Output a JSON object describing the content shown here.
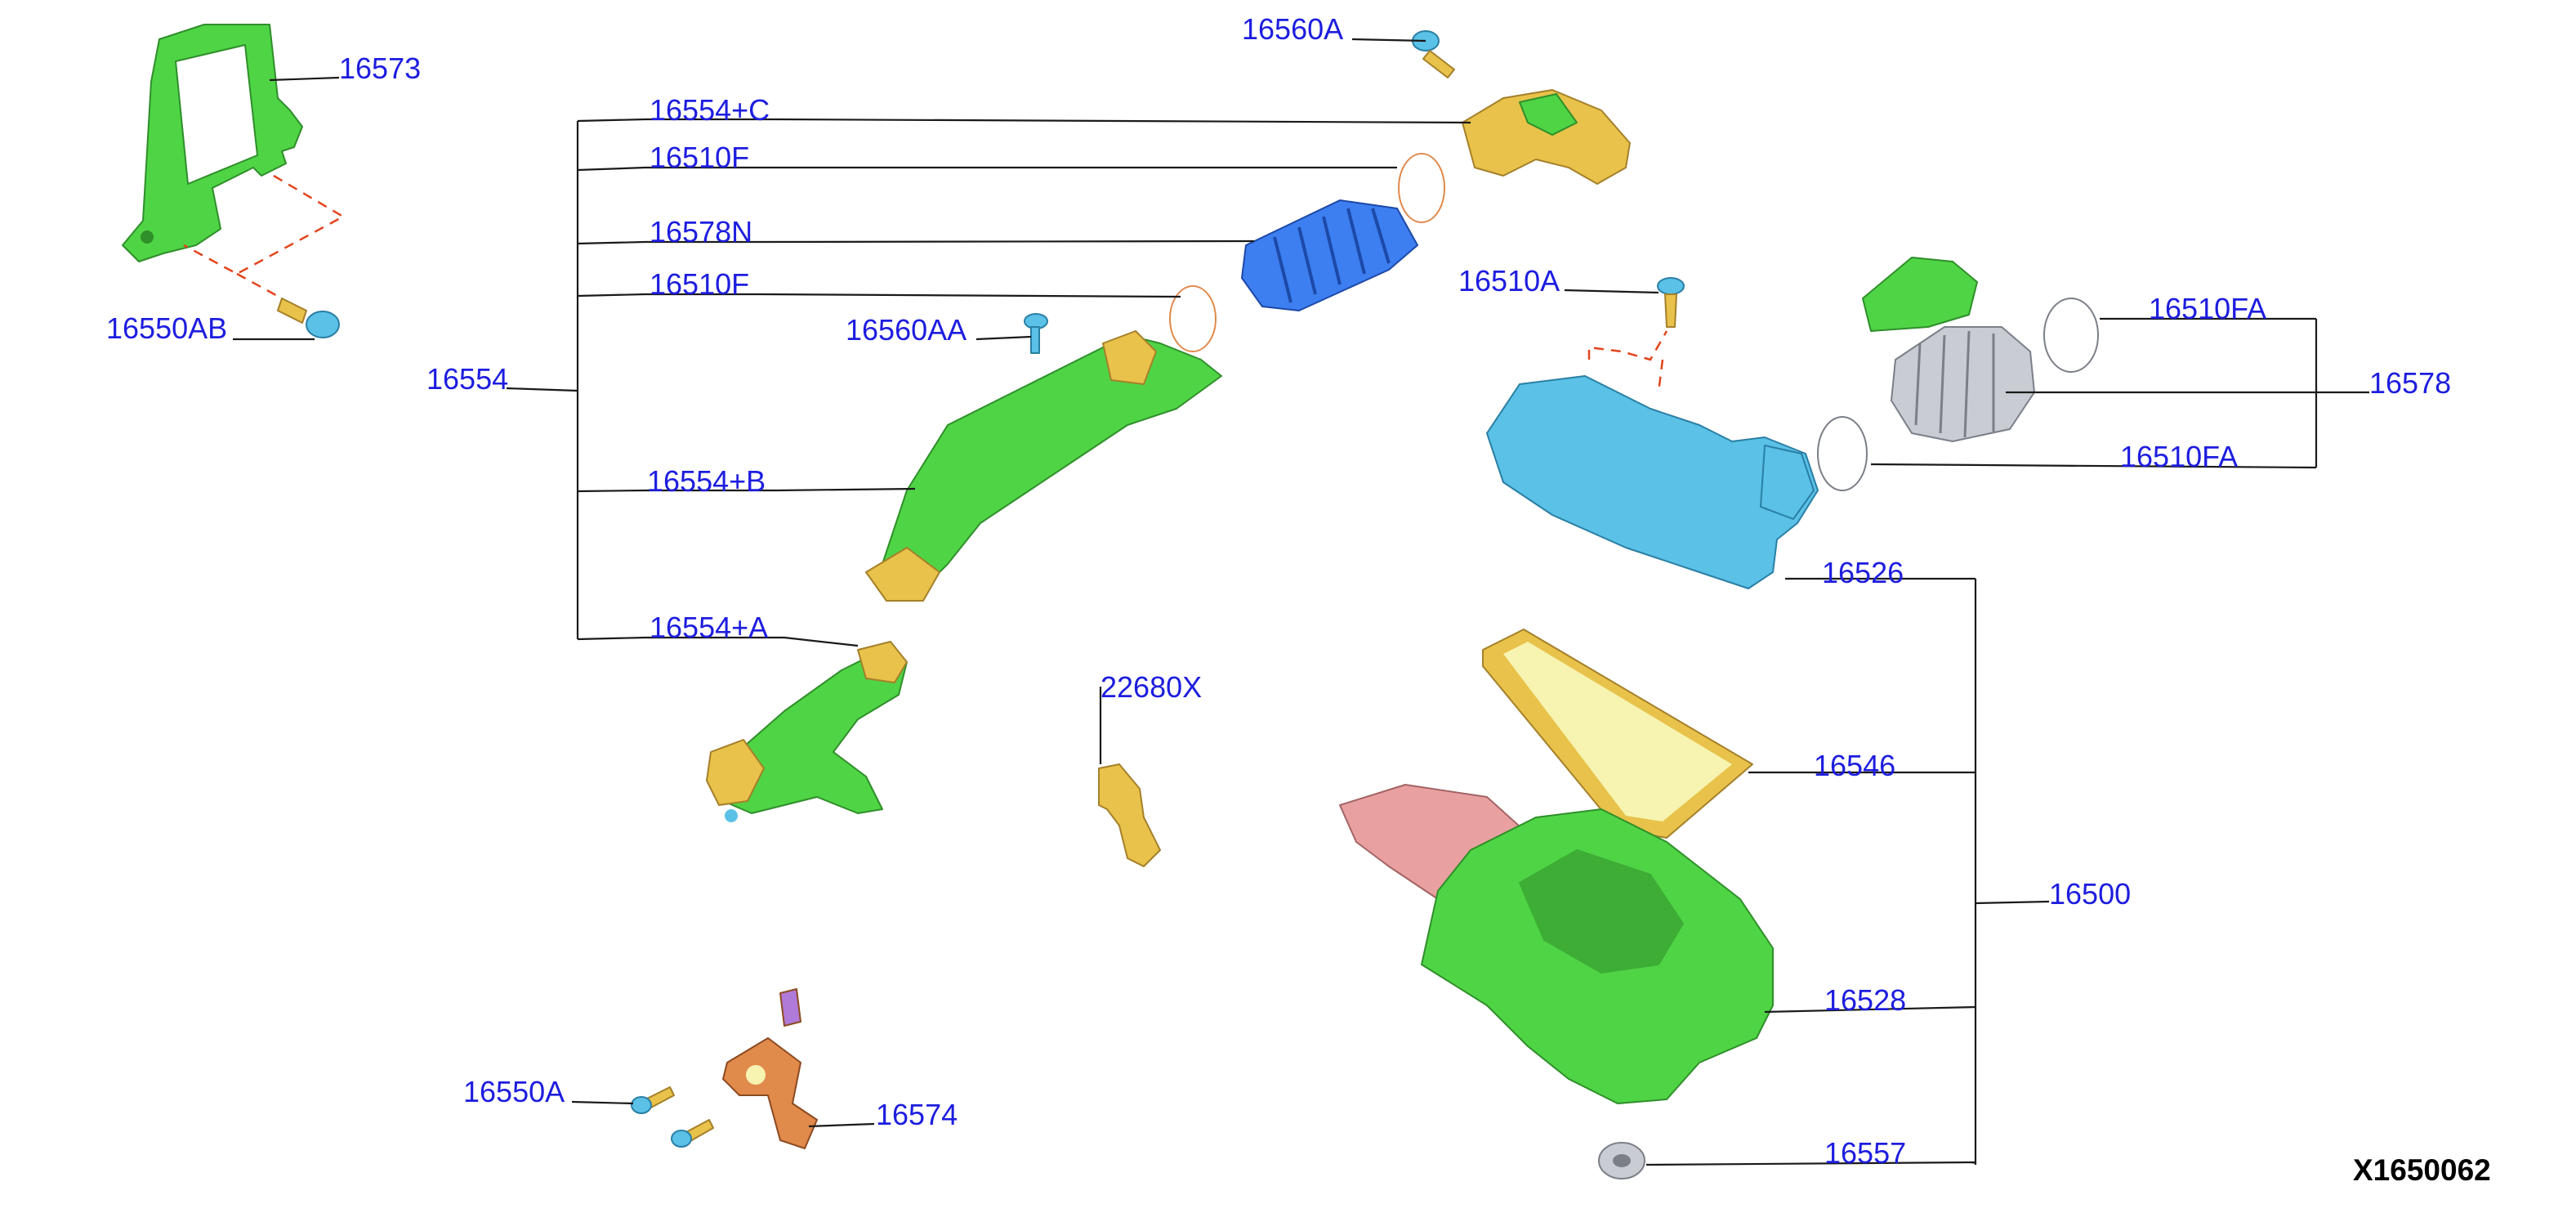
{
  "diagram_code": "X1650062",
  "colors": {
    "label": "#1d1ddf",
    "leader": "#1a1a1a",
    "dash": "#e2451d",
    "green": "#4fd445",
    "green_dark": "#2f8f2a",
    "yellow": "#e8c24a",
    "yellow_dark": "#a5802a",
    "blue": "#3d7ff0",
    "blue_dark": "#1d49a8",
    "cyan": "#5bc1e6",
    "cyan_dark": "#2a7fa5",
    "copper": "#e08a4c",
    "copper_dark": "#8c4a20",
    "gray": "#c9ccd3",
    "gray_dark": "#7b7f88",
    "filter_yellow": "#f7f3b0",
    "pink": "#e9a0a0",
    "purple": "#b07ad8"
  },
  "labels": {
    "l16573": "16573",
    "l16550AB": "16550AB",
    "l16554": "16554",
    "l16554C": "16554+C",
    "l16510F_top": "16510F",
    "l16578N": "16578N",
    "l16510F_low": "16510F",
    "l16560AA": "16560AA",
    "l16554B": "16554+B",
    "l16554A": "16554+A",
    "l16560A": "16560A",
    "l16510A": "16510A",
    "l16510FA_top": "16510FA",
    "l16578": "16578",
    "l16510FA_low": "16510FA",
    "l16526": "16526",
    "l16546": "16546",
    "l16500": "16500",
    "l16528": "16528",
    "l16557": "16557",
    "l22680X": "22680X",
    "l16550A": "16550A",
    "l16574": "16574"
  }
}
